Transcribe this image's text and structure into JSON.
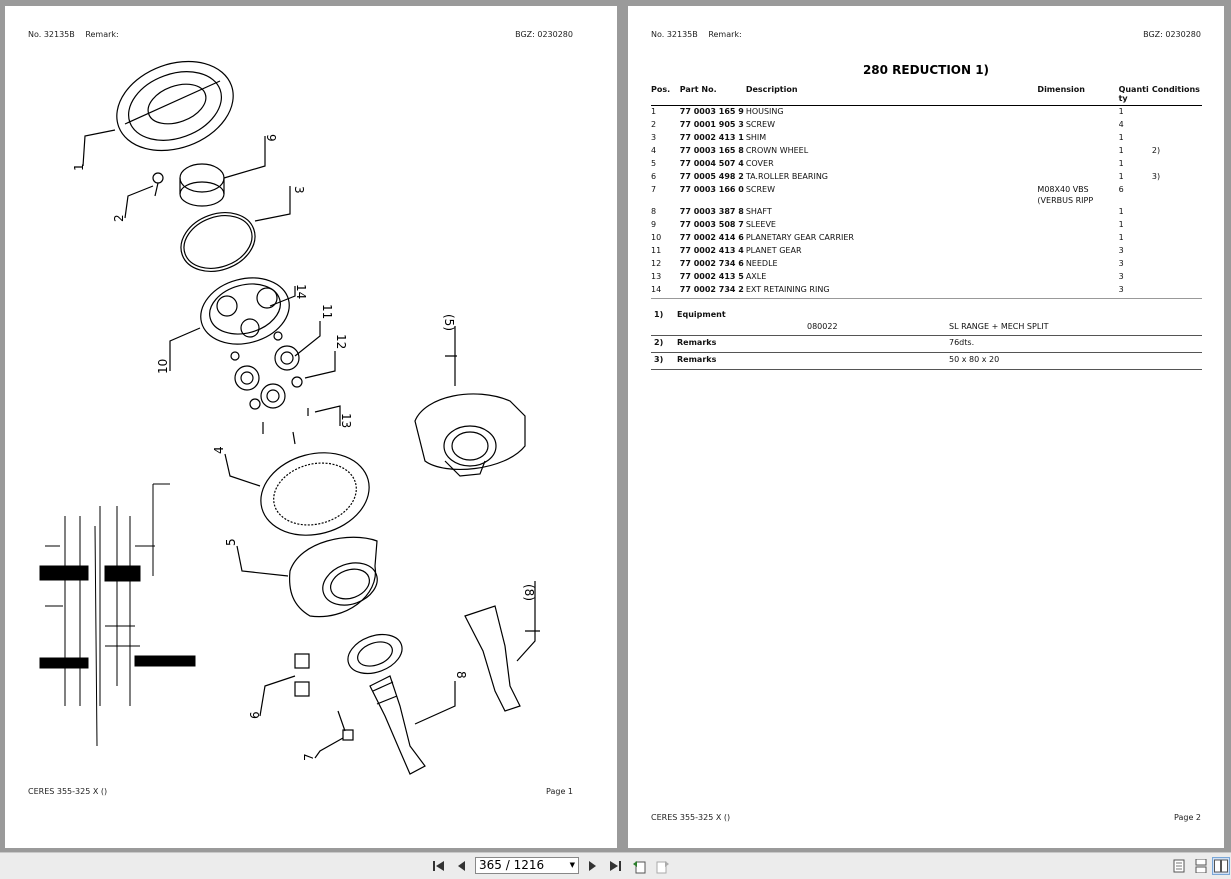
{
  "page1": {
    "header_no": "No. 32135B",
    "header_remark": "Remark:",
    "header_bgz": "BGZ: 0230280",
    "footer_model": "CERES 355-325 X ()",
    "footer_page": "Page 1",
    "callouts": [
      "1",
      "2",
      "3",
      "4",
      "5",
      "6",
      "7",
      "8",
      "9",
      "10",
      "11",
      "12",
      "13",
      "14",
      "(5)",
      "(8)"
    ]
  },
  "page2": {
    "header_no": "No. 32135B",
    "header_remark": "Remark:",
    "header_bgz": "BGZ: 0230280",
    "title": "280 REDUCTION  1)",
    "columns": [
      "Pos.",
      "Part No.",
      "Description",
      "Dimension",
      "Quanti ty",
      "Conditions"
    ],
    "rows": [
      [
        "1",
        "77 0003 165 9",
        "HOUSING",
        "",
        "1",
        ""
      ],
      [
        "2",
        "77 0001 905 3",
        "SCREW",
        "",
        "4",
        ""
      ],
      [
        "3",
        "77 0002 413 1",
        "SHIM",
        "",
        "1",
        ""
      ],
      [
        "4",
        "77 0003 165 8",
        "CROWN WHEEL",
        "",
        "1",
        "2)"
      ],
      [
        "5",
        "77 0004 507 4",
        "COVER",
        "",
        "1",
        ""
      ],
      [
        "6",
        "77 0005 498 2",
        "TA.ROLLER BEARING",
        "",
        "1",
        "3)"
      ],
      [
        "7",
        "77 0003 166 0",
        "SCREW",
        "M08X40  VBS (VERBUS RIPP",
        "6",
        ""
      ],
      [
        "8",
        "77 0003 387 8",
        "SHAFT",
        "",
        "1",
        ""
      ],
      [
        "9",
        "77 0003 508 7",
        "SLEEVE",
        "",
        "1",
        ""
      ],
      [
        "10",
        "77 0002 414 6",
        "PLANETARY GEAR CARRIER",
        "",
        "1",
        ""
      ],
      [
        "11",
        "77 0002 413 4",
        "PLANET GEAR",
        "",
        "3",
        ""
      ],
      [
        "12",
        "77 0002 734 6",
        "NEEDLE",
        "",
        "3",
        ""
      ],
      [
        "13",
        "77 0002 413 5",
        "AXLE",
        "",
        "3",
        ""
      ],
      [
        "14",
        "77 0002 734 2",
        "EXT RETAINING RING",
        "",
        "3",
        ""
      ]
    ],
    "notes": [
      {
        "num": "1)",
        "label": "Equipment",
        "code": "080022",
        "value": "SL RANGE + MECH SPLIT"
      },
      {
        "num": "2)",
        "label": "Remarks",
        "value": "76dts."
      },
      {
        "num": "3)",
        "label": "Remarks",
        "value": "50 x 80 x 20"
      }
    ],
    "footer_model": "CERES 355-325 X ()",
    "footer_page": "Page 2"
  },
  "toolbar": {
    "page_value": "365 / 1216"
  }
}
